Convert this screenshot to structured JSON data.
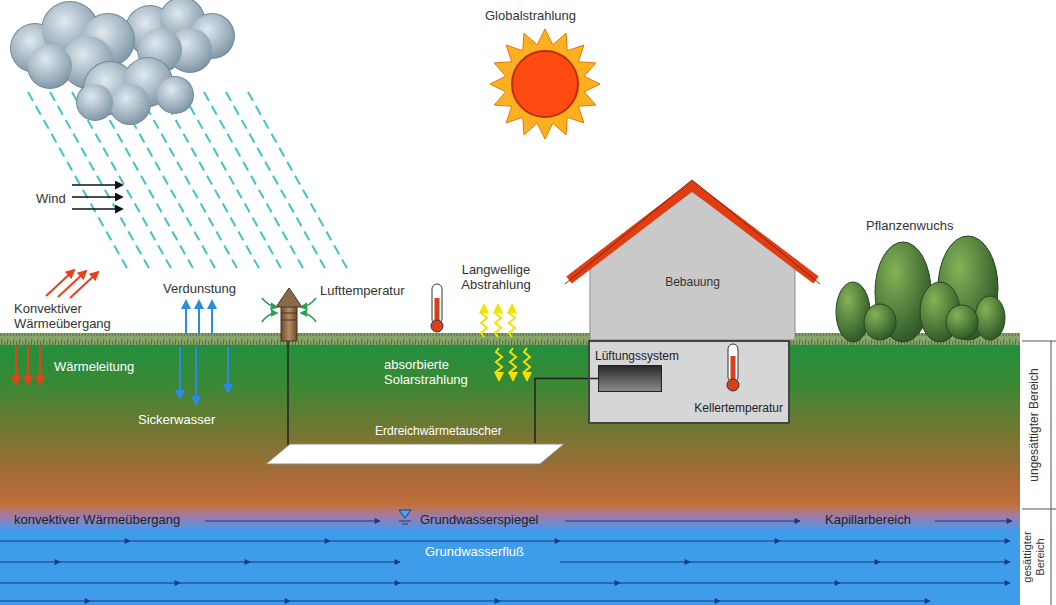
{
  "diagram": {
    "nodes": [
      {
        "text": [
          "Bebauung"
        ]
      },
      {
        "text": [
          "Kellertemperatur"
        ]
      },
      {
        "text": [
          "Lüftungssystem"
        ],
        "in": 1
      },
      {
        "text": [
          "Erdreichwärmetauscher"
        ]
      }
    ],
    "edges": [
      {
        "from": 2,
        "to": 3,
        "arrow": "none"
      }
    ],
    "labels": [
      "Globalstrahlung",
      "Wind",
      "Konvektiver Wärmeübergang",
      "Verdunstung",
      "Lufttemperatur",
      "Langwellige Abstrahlung",
      "Pflanzenwuchs",
      "Wärmeleitung",
      "Sickerwasser",
      "absorbierte Solarstrahlung",
      "ungesättigter Bereich",
      "konvektiver Wärmeübergang",
      "Grundwasserspiegel",
      "Kapillarbereich",
      "Grundwasserfluß",
      "gesättigter Bereich"
    ]
  }
}
